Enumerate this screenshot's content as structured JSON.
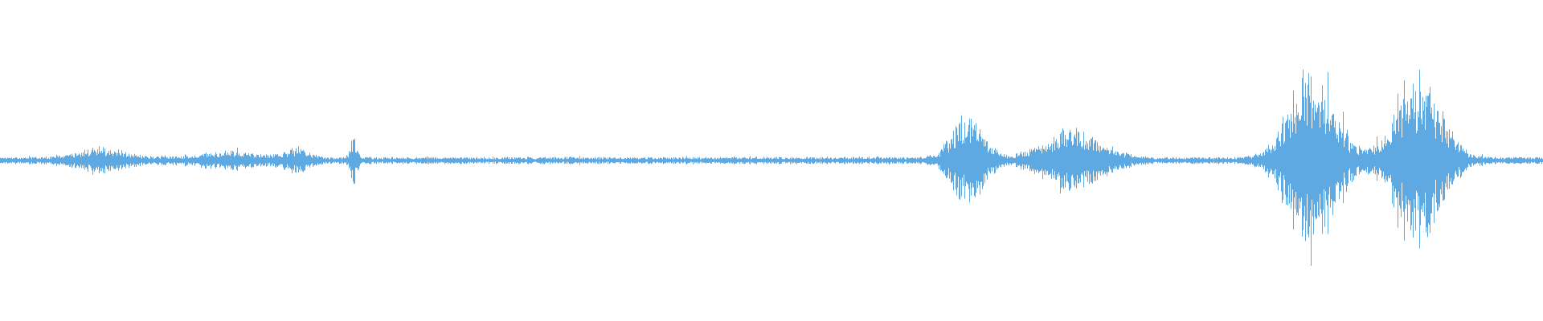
{
  "waveform": {
    "color": "#5ea9e2",
    "background": "#ffffff",
    "loud_regions": [
      {
        "center": 0.065,
        "width": 0.02,
        "level": 0.1
      },
      {
        "center": 0.148,
        "width": 0.03,
        "level": 0.06
      },
      {
        "center": 0.192,
        "width": 0.01,
        "level": 0.09
      },
      {
        "center": 0.229,
        "width": 0.003,
        "level": 0.22
      },
      {
        "center": 0.627,
        "width": 0.014,
        "level": 0.45
      },
      {
        "center": 0.695,
        "width": 0.025,
        "level": 0.3
      },
      {
        "center": 0.85,
        "width": 0.02,
        "level": 0.95
      },
      {
        "center": 0.919,
        "width": 0.02,
        "level": 0.85
      }
    ],
    "baseline_level": 0.035
  }
}
